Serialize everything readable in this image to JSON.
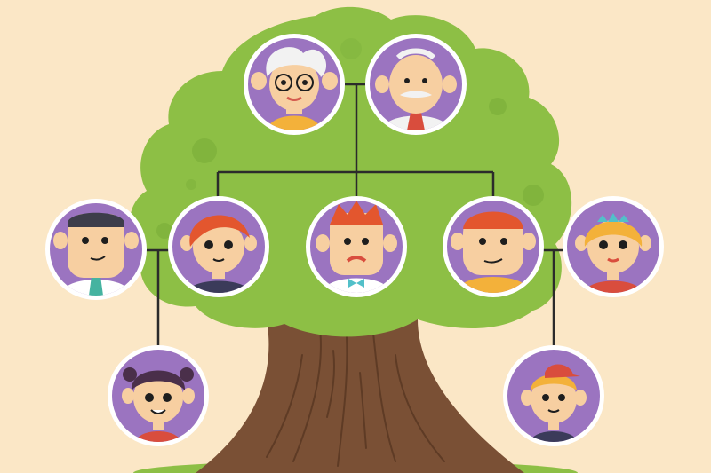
{
  "colors": {
    "background": "#fbe7c6",
    "foliage": "#8dbf45",
    "foliage_dark": "#7aae38",
    "trunk": "#7a5035",
    "trunk_dark": "#5e3b25",
    "ground": "#8dbf45",
    "avatar_bg": "#9b74c0",
    "avatar_ring": "#ffffff",
    "connector": "#2b2b2b",
    "skin": "#f7cfa1",
    "skin_shadow": "#e8ac7a",
    "outline": "#1e1e1e"
  },
  "tree": {
    "generations": [
      {
        "label": "",
        "members": [
          {
            "id": "grandmother",
            "icon": "grandmother-avatar-icon"
          },
          {
            "id": "grandfather",
            "icon": "grandfather-avatar-icon"
          }
        ]
      },
      {
        "label": "",
        "members": [
          {
            "id": "uncle-left",
            "icon": "man-tie-avatar-icon"
          },
          {
            "id": "mother",
            "icon": "redhead-woman-avatar-icon"
          },
          {
            "id": "father-center",
            "icon": "man-bowtie-avatar-icon"
          },
          {
            "id": "father-right",
            "icon": "man-yellow-shirt-avatar-icon"
          },
          {
            "id": "aunt-right",
            "icon": "woman-tiara-avatar-icon"
          }
        ]
      },
      {
        "label": "",
        "members": [
          {
            "id": "girl",
            "icon": "girl-pigtails-avatar-icon"
          },
          {
            "id": "boy",
            "icon": "boy-cap-avatar-icon"
          }
        ]
      }
    ]
  }
}
